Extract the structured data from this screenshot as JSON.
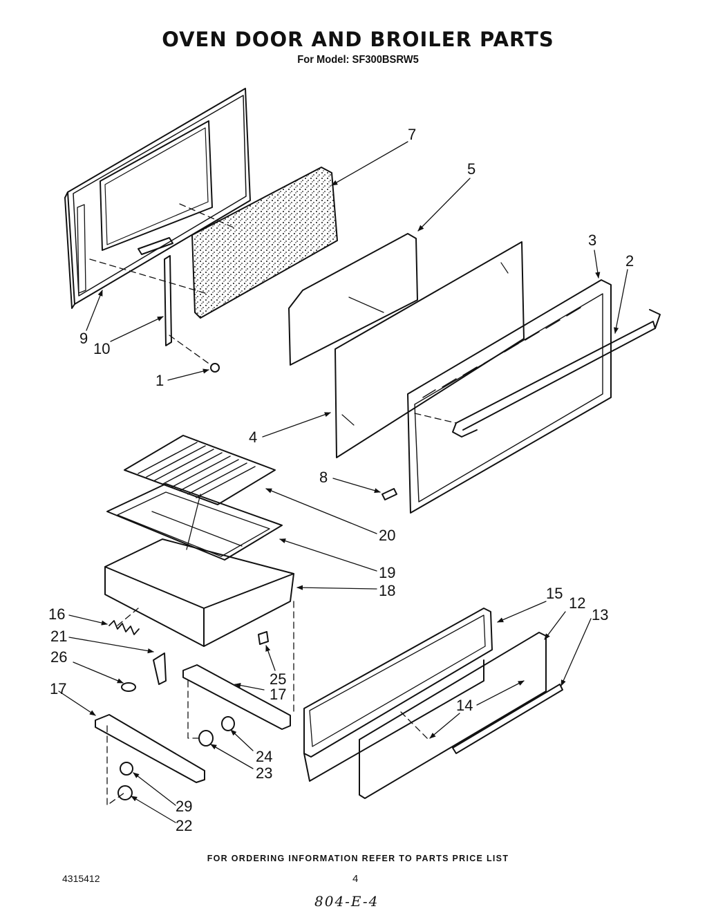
{
  "title": "OVEN DOOR AND BROILER PARTS",
  "model_line": "For Model: SF300BSRW5",
  "callouts": {
    "c1": "1",
    "c2": "2",
    "c3": "3",
    "c4": "4",
    "c5": "5",
    "c7": "7",
    "c8": "8",
    "c9": "9",
    "c10": "10",
    "c12": "12",
    "c13": "13",
    "c14": "14",
    "c15": "15",
    "c16": "16",
    "c17a": "17",
    "c17b": "17",
    "c18": "18",
    "c19": "19",
    "c20": "20",
    "c21": "21",
    "c22": "22",
    "c23": "23",
    "c24": "24",
    "c25": "25",
    "c26": "26",
    "c29": "29"
  },
  "footer": "FOR ORDERING INFORMATION REFER TO PARTS PRICE LIST",
  "document_number": "4315412",
  "page_number": "4",
  "handwritten_note": "804-E-4"
}
